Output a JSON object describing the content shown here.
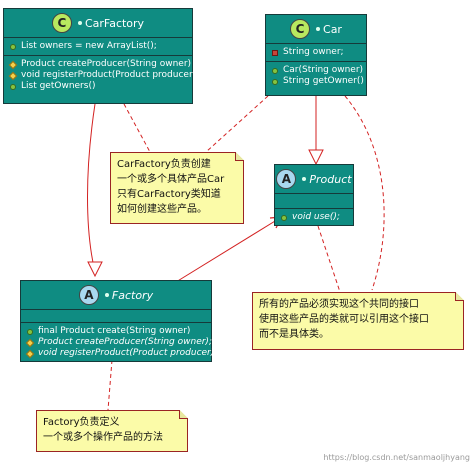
{
  "classes": {
    "carfactory": {
      "badge": "C",
      "name": "CarFactory",
      "fields": [
        "List owners = new ArrayList();"
      ],
      "methods": [
        "Product createProducer(String owner)",
        "void registerProduct(Product producer)",
        "List getOwners()"
      ]
    },
    "car": {
      "badge": "C",
      "name": "Car",
      "fields": [
        "String owner;"
      ],
      "methods": [
        "Car(String owner)",
        "String getOwner()"
      ]
    },
    "product": {
      "badge": "A",
      "name": "Product",
      "methods": [
        "void use();"
      ]
    },
    "factory": {
      "badge": "A",
      "name": "Factory",
      "methods": [
        "final Product create(String owner)",
        "Product createProducer(String owner);",
        "void registerProduct(Product producer);"
      ]
    }
  },
  "notes": {
    "carfactory_note": [
      "CarFactory负责创建",
      "一个或多个具体产品Car",
      "只有CarFactory类知道",
      "如何创建这些产品。"
    ],
    "product_note": [
      "所有的产品必须实现这个共同的接口",
      "使用这些产品的类就可以引用这个接口",
      "而不是具体类。"
    ],
    "factory_note": [
      "Factory负责定义",
      "一个或多个操作产品的方法"
    ]
  },
  "watermark": "https://blog.csdn.net/sanmaoljhyang",
  "colors": {
    "class_fill": "#0f8c82",
    "note_fill": "#fbfba8",
    "arrow": "#d32222"
  }
}
